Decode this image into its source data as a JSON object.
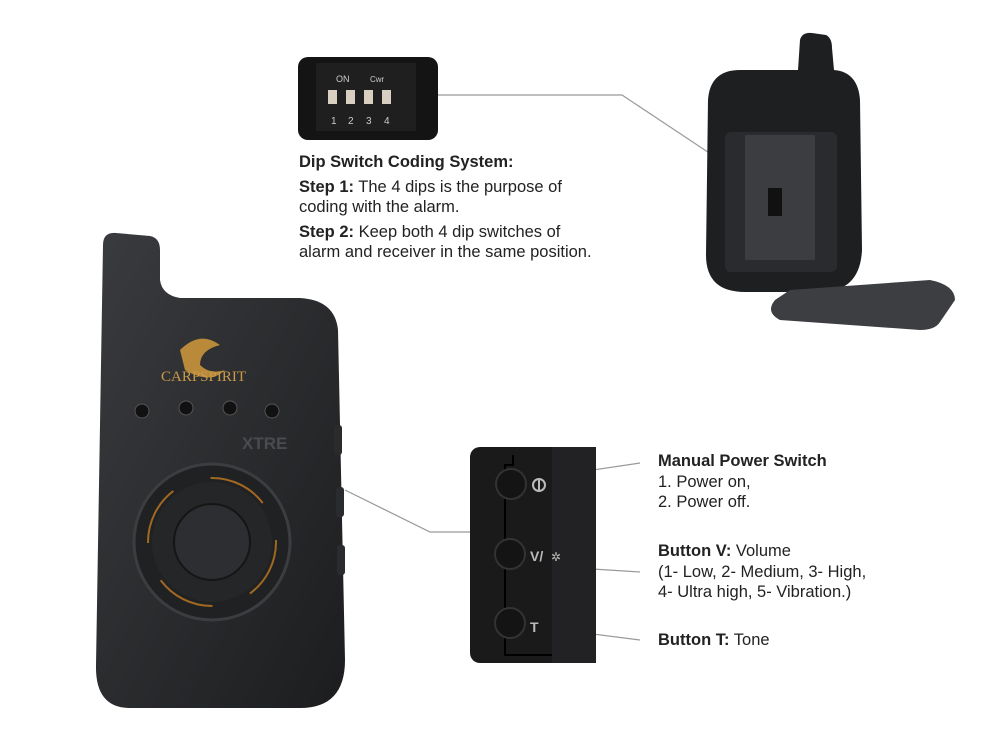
{
  "dip_inset": {
    "on_label": "ON",
    "brand_mark": "Cwr",
    "numbers": [
      "1",
      "2",
      "3",
      "4"
    ]
  },
  "dip_text": {
    "title": "Dip Switch Coding System:",
    "step1_label": "Step 1:",
    "step1_text": " The 4 dips is the purpose of",
    "step1_text2": "coding with the alarm.",
    "step2_label": "Step 2:",
    "step2_text": " Keep both 4 dip switches of",
    "step2_text2": "alarm and receiver in the same position."
  },
  "device": {
    "brand": "CARPSPIRIT",
    "model": "XTRE"
  },
  "buttons_inset": {
    "v_label": "V/",
    "t_label": "T"
  },
  "power": {
    "title": "Manual Power Switch",
    "line1": "1. Power on,",
    "line2": "2. Power off."
  },
  "button_v": {
    "label": "Button V:",
    "text": " Volume",
    "line1": "(1- Low, 2- Medium, 3- High,",
    "line2": "4- Ultra high, 5- Vibration.)"
  },
  "button_t": {
    "label": "Button T:",
    "text": " Tone"
  }
}
